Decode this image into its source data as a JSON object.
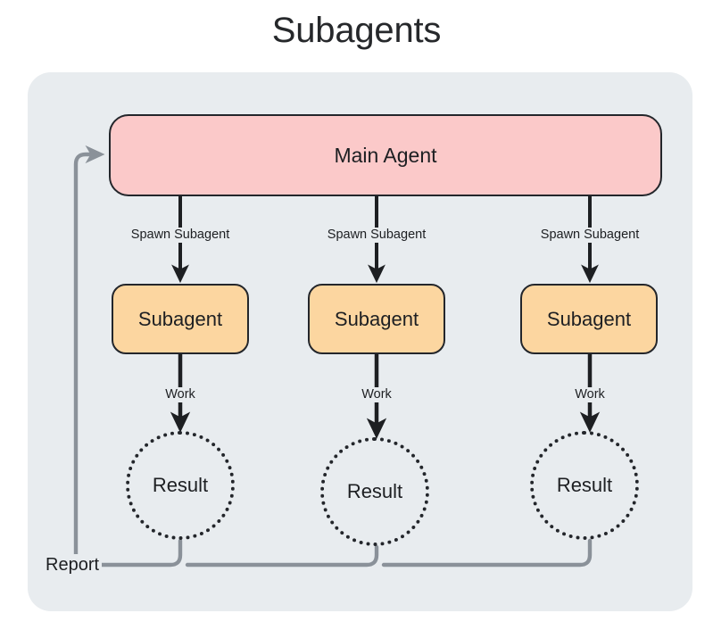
{
  "title": "Subagents",
  "colors": {
    "page_background": "#ffffff",
    "panel_background": "#e8ecef",
    "main_agent_fill": "#fbc9c9",
    "subagent_fill": "#fcd6a0",
    "node_stroke": "#23262b",
    "arrow_dark": "#1d1f22",
    "return_line_gray": "#8a9199",
    "text": "#1d1f22"
  },
  "nodes": {
    "main_agent": {
      "label": "Main Agent"
    },
    "subagents": [
      {
        "label": "Subagent"
      },
      {
        "label": "Subagent"
      },
      {
        "label": "Subagent"
      }
    ],
    "results": [
      {
        "label": "Result"
      },
      {
        "label": "Result"
      },
      {
        "label": "Result"
      }
    ]
  },
  "edges": {
    "spawn": [
      {
        "label": "Spawn Subagent"
      },
      {
        "label": "Spawn Subagent"
      },
      {
        "label": "Spawn Subagent"
      }
    ],
    "work": [
      {
        "label": "Work"
      },
      {
        "label": "Work"
      },
      {
        "label": "Work"
      }
    ],
    "report": {
      "label": "Report"
    }
  }
}
